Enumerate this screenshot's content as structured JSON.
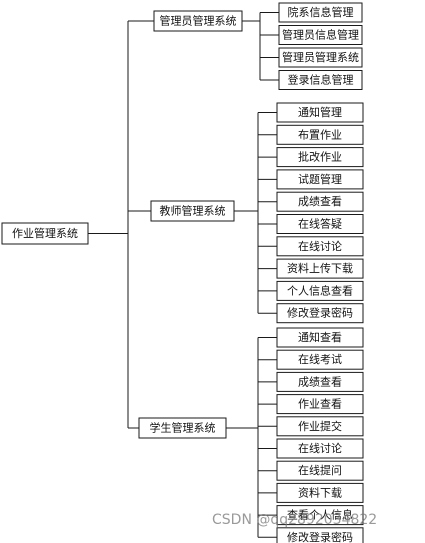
{
  "root": {
    "label": "作业管理系统"
  },
  "branches": [
    {
      "label": "管理员管理系统",
      "children": [
        "院系信息管理",
        "管理员信息管理",
        "管理员管理系统",
        "登录信息管理"
      ]
    },
    {
      "label": "教师管理系统",
      "children": [
        "通知管理",
        "布置作业",
        "批改作业",
        "试题管理",
        "成绩查看",
        "在线答疑",
        "在线讨论",
        "资料上传下载",
        "个人信息查看",
        "修改登录密码"
      ]
    },
    {
      "label": "学生管理系统",
      "children": [
        "通知查看",
        "在线考试",
        "成绩查看",
        "作业查看",
        "作业提交",
        "在线讨论",
        "在线提问",
        "资料下载",
        "查看个人信息",
        "修改登录密码"
      ]
    }
  ],
  "watermark": "CSDN @qq2892034822"
}
